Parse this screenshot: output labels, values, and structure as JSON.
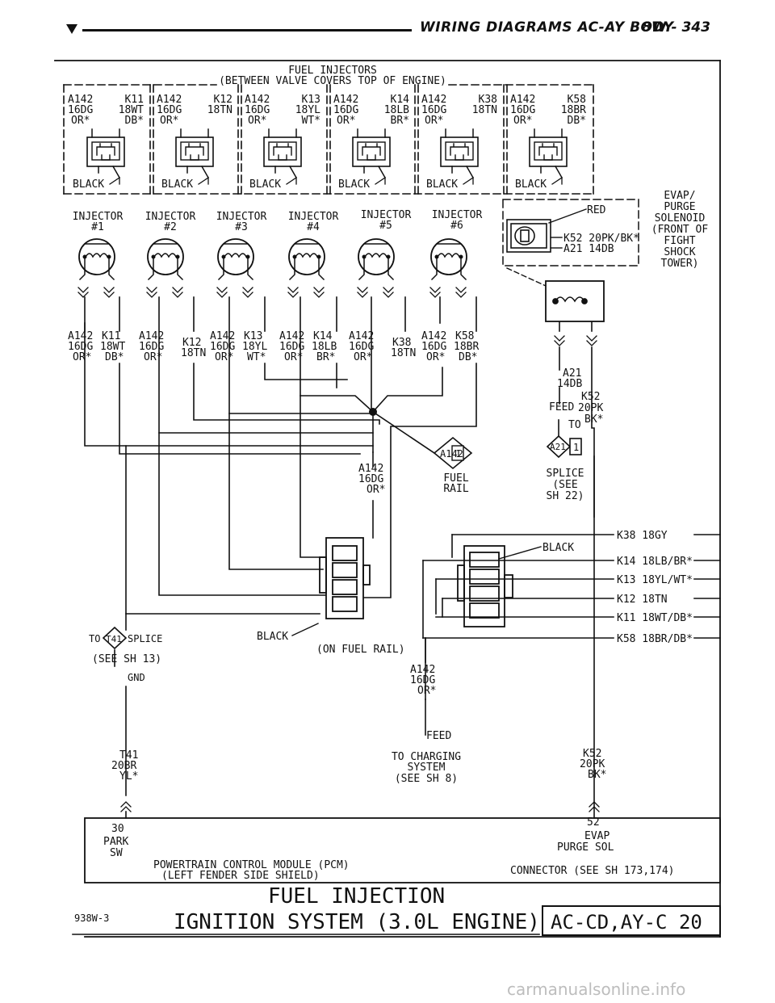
{
  "header": {
    "title": "WIRING DIAGRAMS AC-AY BODY",
    "page": "8W - 343"
  },
  "top_box": {
    "title_lines": [
      "FUEL INJECTORS",
      "(BETWEEN VALVE COVERS TOP OF ENGINE)"
    ],
    "connectors": [
      {
        "pin_a": [
          "A142",
          "16DG",
          "OR*"
        ],
        "pin_b": [
          "K11",
          "18WT",
          "DB*"
        ],
        "color": "BLACK"
      },
      {
        "pin_a": [
          "A142",
          "16DG",
          "OR*"
        ],
        "pin_b": [
          "K12",
          "18TN",
          ""
        ],
        "color": "BLACK"
      },
      {
        "pin_a": [
          "A142",
          "16DG",
          "OR*"
        ],
        "pin_b": [
          "K13",
          "18YL",
          "WT*"
        ],
        "color": "BLACK"
      },
      {
        "pin_a": [
          "A142",
          "16DG",
          "OR*"
        ],
        "pin_b": [
          "K14",
          "18LB",
          "BR*"
        ],
        "color": "BLACK"
      },
      {
        "pin_a": [
          "A142",
          "16DG",
          "OR*"
        ],
        "pin_b": [
          "K38",
          "18TN",
          ""
        ],
        "color": "BLACK"
      },
      {
        "pin_a": [
          "A142",
          "16DG",
          "OR*"
        ],
        "pin_b": [
          "K58",
          "18BR",
          "DB*"
        ],
        "color": "BLACK"
      }
    ]
  },
  "injectors": [
    {
      "label": "INJECTOR",
      "number": "#1",
      "wire_a": [
        "A142",
        "16DG",
        "OR*"
      ],
      "wire_b": [
        "K11",
        "18WT",
        "DB*"
      ]
    },
    {
      "label": "INJECTOR",
      "number": "#2",
      "wire_a": [
        "A142",
        "16DG",
        "OR*"
      ],
      "wire_b": [
        "K12",
        "18TN",
        ""
      ]
    },
    {
      "label": "INJECTOR",
      "number": "#3",
      "wire_a": [
        "A142",
        "16DG",
        "OR*"
      ],
      "wire_b": [
        "K13",
        "18YL",
        "WT*"
      ]
    },
    {
      "label": "INJECTOR",
      "number": "#4",
      "wire_a": [
        "A142",
        "16DG",
        "OR*"
      ],
      "wire_b": [
        "K14",
        "18LB",
        "BR*"
      ]
    },
    {
      "label": "INJECTOR",
      "number": "#5",
      "wire_a": [
        "A142",
        "16DG",
        "OR*"
      ],
      "wire_b": [
        "K38",
        "18TN",
        ""
      ]
    },
    {
      "label": "INJECTOR",
      "number": "#6",
      "wire_a": [
        "A142",
        "16DG",
        "OR*"
      ],
      "wire_b": [
        "K58",
        "18BR",
        "DB*"
      ]
    }
  ],
  "evap": {
    "box_lines": [
      "RED",
      "K52 20PK/BK*",
      "A21 14DB"
    ],
    "label_lines": [
      "EVAP/",
      "PURGE",
      "SOLENOID",
      "(FRONT OF",
      "FIGHT",
      "SHOCK",
      "TOWER)"
    ],
    "a21_wire": [
      "A21",
      "14DB"
    ],
    "feed": "FEED",
    "to": "TO",
    "k52_wire": [
      "K52",
      "20PK",
      "BK*"
    ],
    "splice_tag": "A21",
    "splice_num": "1",
    "splice_lines": [
      "SPLICE",
      "(SEE",
      "SH 22)"
    ]
  },
  "fuel_rail": {
    "tag": "A142",
    "num": "1",
    "label_lines": [
      "FUEL",
      "RAIL"
    ],
    "wire": [
      "A142",
      "16DG",
      "OR*"
    ]
  },
  "harness_connector": {
    "wires": [
      "K38 18GY",
      "K14 18LB/BR*",
      "K13 18YL/WT*",
      "K12 18TN",
      "K11 18WT/DB*",
      "K58 18BR/DB*"
    ],
    "color_top": "BLACK",
    "color_bottom": "BLACK",
    "location": "(ON FUEL RAIL)"
  },
  "left_splice": {
    "to": "TO",
    "tag": "T41",
    "splice": "SPLICE",
    "see": "(SEE SH 13)",
    "gnd": "GND",
    "wire": [
      "T41",
      "20BR",
      "YL*"
    ]
  },
  "charging": {
    "wire": [
      "A142",
      "16DG",
      "OR*"
    ],
    "feed": "FEED",
    "lines": [
      "TO CHARGING",
      "SYSTEM",
      "(SEE SH 8)"
    ]
  },
  "k52_lower": [
    "K52",
    "20PK",
    "BK*"
  ],
  "pcm": {
    "pin_left": "30",
    "pin_left_lines": [
      "PARK",
      "SW"
    ],
    "name_lines": [
      "POWERTRAIN CONTROL MODULE (PCM)",
      "(LEFT FENDER SIDE SHIELD)"
    ],
    "pin_right": "52",
    "pin_right_lines": [
      "EVAP",
      "PURGE SOL"
    ],
    "connector": "CONNECTOR (SEE SH 173,174)"
  },
  "footer": {
    "title_1": "FUEL INJECTION",
    "title_2": "IGNITION SYSTEM (3.0L ENGINE)",
    "code": "AC-CD,AY-C 20",
    "figure_id": "938W-3"
  },
  "watermark": "carmanualsonline.info"
}
